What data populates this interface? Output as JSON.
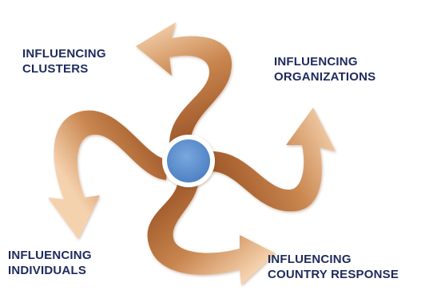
{
  "diagram": {
    "labels": {
      "clusters": {
        "line1": "INFLUENCING",
        "line2": "CLUSTERS"
      },
      "organizations": {
        "line1": "INFLUENCING",
        "line2": "ORGANIZATIONS"
      },
      "individuals": {
        "line1": "INFLUENCING",
        "line2": "INDIVIDUALS"
      },
      "country": {
        "line1": "INFLUENCING",
        "line2": "COUNTRY RESPONSE"
      }
    },
    "colors": {
      "arrow_dark": "#a0572a",
      "arrow_mid": "#c9864f",
      "arrow_light": "#f2c8a0",
      "center_fill": "#5b8fcf",
      "center_ring": "#ffffff",
      "label_text": "#1d2a5c"
    }
  }
}
